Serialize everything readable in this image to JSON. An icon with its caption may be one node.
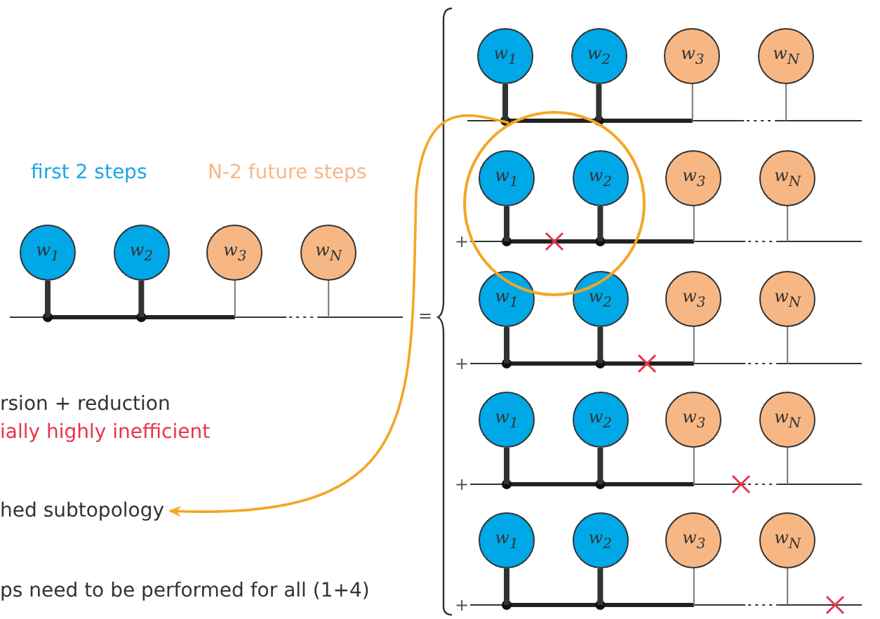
{
  "diagram": {
    "nodes": [
      {
        "text": [
          "w$_{1}$"
        ]
      },
      {
        "text": [
          "w$_{2}$"
        ]
      },
      {
        "text": [
          "w$_{3}$"
        ]
      },
      {
        "text": [
          "w$_{N}$"
        ]
      },
      {
        "text": [],
        "shape": "bar"
      },
      {
        "text": [
          "w$_{1}$"
        ]
      },
      {
        "text": [
          "w$_{2}$"
        ]
      },
      {
        "text": [
          "w$_{3}$"
        ]
      },
      {
        "text": [
          "w$_{N}$"
        ]
      },
      {
        "text": [],
        "shape": "bar"
      },
      {
        "text": [],
        "shape": "circle"
      },
      {
        "text": [
          "w$_{1}$"
        ],
        "in": 10
      },
      {
        "text": [
          "w$_{2}$"
        ],
        "in": 10
      },
      {
        "text": [
          "w$_{3}$"
        ]
      },
      {
        "text": [
          "w$_{N}$"
        ]
      },
      {
        "text": [],
        "shape": "bar"
      },
      {
        "text": [
          "w$_{1}$"
        ]
      },
      {
        "text": [
          "w$_{2}$"
        ]
      },
      {
        "text": [
          "w$_{3}$"
        ]
      },
      {
        "text": [
          "w$_{N}$"
        ]
      },
      {
        "text": [],
        "shape": "bar"
      },
      {
        "text": [
          "w$_{1}$"
        ]
      },
      {
        "text": [
          "w$_{2}$"
        ]
      },
      {
        "text": [
          "w$_{3}$"
        ]
      },
      {
        "text": [
          "w$_{N}$"
        ]
      },
      {
        "text": [],
        "shape": "bar"
      },
      {
        "text": [
          "w$_{1}$"
        ]
      },
      {
        "text": [
          "w$_{2}$"
        ]
      },
      {
        "text": [
          "w$_{3}$"
        ]
      },
      {
        "text": [
          "w$_{N}$"
        ]
      },
      {
        "text": [],
        "shape": "bar"
      },
      {
        "text": [
          "hed subtopology"
        ]
      }
    ],
    "edges": [
      {
        "from": 0,
        "to": 4,
        "arrow": "none",
        "style": "thick"
      },
      {
        "from": 1,
        "to": 4,
        "arrow": "none",
        "style": "thick"
      },
      {
        "from": 2,
        "to": 4,
        "arrow": "none"
      },
      {
        "from": 3,
        "to": 4,
        "arrow": "none"
      },
      {
        "from": 5,
        "to": 9,
        "arrow": "none",
        "style": "thick"
      },
      {
        "from": 6,
        "to": 9,
        "arrow": "none",
        "style": "thick"
      },
      {
        "from": 7,
        "to": 9,
        "arrow": "none"
      },
      {
        "from": 8,
        "to": 9,
        "arrow": "none"
      },
      {
        "from": 11,
        "to": 15,
        "arrow": "none",
        "style": "thick"
      },
      {
        "from": 12,
        "to": 15,
        "arrow": "none",
        "style": "thick"
      },
      {
        "from": 13,
        "to": 15,
        "arrow": "none"
      },
      {
        "from": 14,
        "to": 15,
        "arrow": "none"
      },
      {
        "from": 16,
        "to": 20,
        "arrow": "none",
        "style": "thick"
      },
      {
        "from": 17,
        "to": 20,
        "arrow": "none",
        "style": "thick"
      },
      {
        "from": 18,
        "to": 20,
        "arrow": "none"
      },
      {
        "from": 19,
        "to": 20,
        "arrow": "none"
      },
      {
        "from": 21,
        "to": 25,
        "arrow": "none",
        "style": "thick"
      },
      {
        "from": 22,
        "to": 25,
        "arrow": "none",
        "style": "thick"
      },
      {
        "from": 23,
        "to": 25,
        "arrow": "none"
      },
      {
        "from": 24,
        "to": 25,
        "arrow": "none"
      },
      {
        "from": 26,
        "to": 30,
        "arrow": "none",
        "style": "thick"
      },
      {
        "from": 27,
        "to": 30,
        "arrow": "none",
        "style": "thick"
      },
      {
        "from": 28,
        "to": 30,
        "arrow": "none"
      },
      {
        "from": 29,
        "to": 30,
        "arrow": "none"
      },
      {
        "from": 10,
        "to": 31,
        "arrow": "to",
        "color": "#f5a623"
      }
    ],
    "labels": [
      "first 2 steps",
      "N-2 future steps",
      "+",
      "=",
      "+",
      "rsion + reduction",
      "ially highly inefficient",
      "+",
      "ps need to be performed for all (1+4)",
      "+"
    ]
  }
}
